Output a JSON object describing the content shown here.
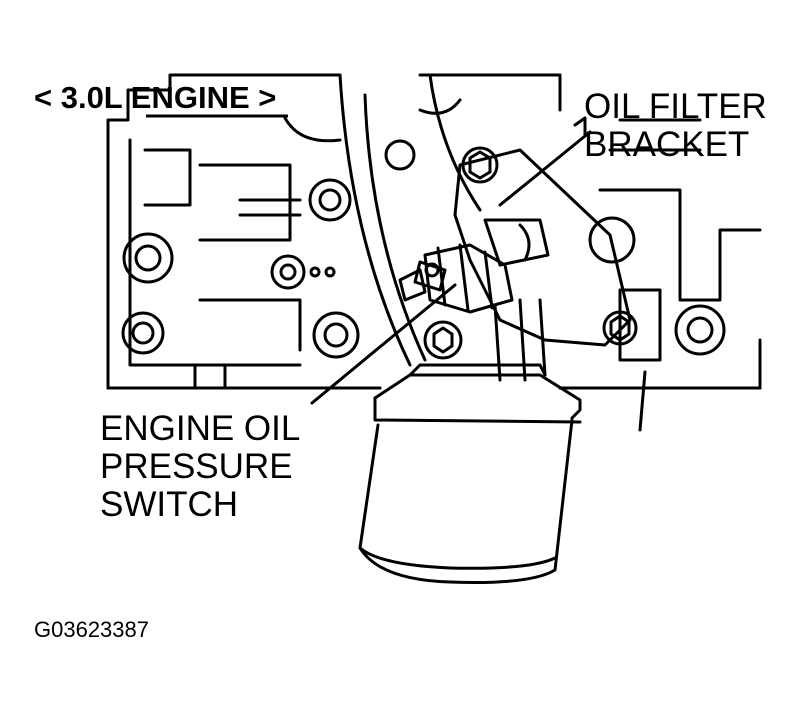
{
  "title": "< 3.0L ENGINE >",
  "labels": {
    "oil_filter_bracket": [
      "OIL FILTER",
      "BRACKET"
    ],
    "engine_oil_pressure_switch": [
      "ENGINE OIL",
      "PRESSURE",
      "SWITCH"
    ]
  },
  "figure_code": "G03623387",
  "colors": {
    "ink": "#000000",
    "paper": "#ffffff"
  }
}
